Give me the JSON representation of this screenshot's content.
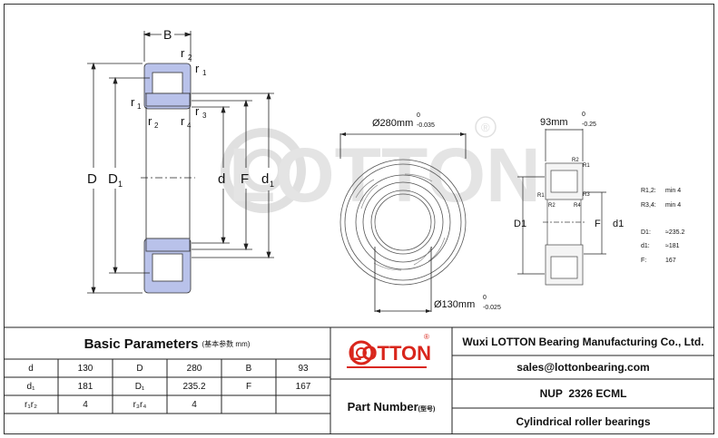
{
  "drawing_left": {
    "B": "B",
    "r2": "r",
    "r2_sub": "2",
    "r1_top": "r",
    "r1_top_sub": "1",
    "r1_left": "r",
    "r1_left_sub": "1",
    "r2_mid": "r",
    "r2_mid_sub": "2",
    "r4": "r",
    "r4_sub": "4",
    "r3": "r",
    "r3_sub": "3",
    "D": "D",
    "D1": "D",
    "D1_sub": "1",
    "d": "d",
    "F": "F",
    "d1": "d",
    "d1_sub": "1"
  },
  "drawing_mid": {
    "outer_dia": "Ø280mm",
    "outer_tol_top": "0",
    "outer_tol_bot": "-0.035",
    "inner_dia": "Ø130mm",
    "inner_tol_top": "0",
    "inner_tol_bot": "-0.025",
    "watermark": "LOTTON",
    "reg": "®"
  },
  "drawing_right": {
    "width": "93mm",
    "width_tol_top": "0",
    "width_tol_bot": "-0.25",
    "R2": "R2",
    "R1": "R1",
    "R1b": "R1",
    "R3": "R3",
    "R2b": "R2",
    "R4": "R4",
    "D1": "D1",
    "F": "F",
    "d1": "d1",
    "specs": [
      {
        "label": "R1,2:",
        "value": "min 4"
      },
      {
        "label": "R3,4:",
        "value": "min 4"
      },
      {
        "label": "D1:",
        "value": "≈235.2"
      },
      {
        "label": "d1:",
        "value": "≈181"
      },
      {
        "label": "F:",
        "value": "167"
      }
    ]
  },
  "table": {
    "title": "Basic Parameters",
    "title_note": "(基本参数 mm)",
    "rows": [
      [
        "d",
        "130",
        "D",
        "280",
        "B",
        "93"
      ],
      [
        "d₁",
        "181",
        "D₁",
        "235.2",
        "F",
        "167"
      ],
      [
        "r₁r₂",
        "4",
        "r₃r₄",
        "4",
        "",
        ""
      ]
    ]
  },
  "company": {
    "logo": "LOTTON",
    "name": "Wuxi LOTTON Bearing Manufacturing Co., Ltd.",
    "email": "sales@lottonbearing.com",
    "part_label": "Part Number",
    "part_label_note": "(型号)",
    "part_number": "NUP  2326 ECML",
    "type": "Cylindrical roller bearings"
  },
  "colors": {
    "ring": "#b9c2ea",
    "logo_red": "#d9261c",
    "watermark": "#d0d0d0"
  }
}
